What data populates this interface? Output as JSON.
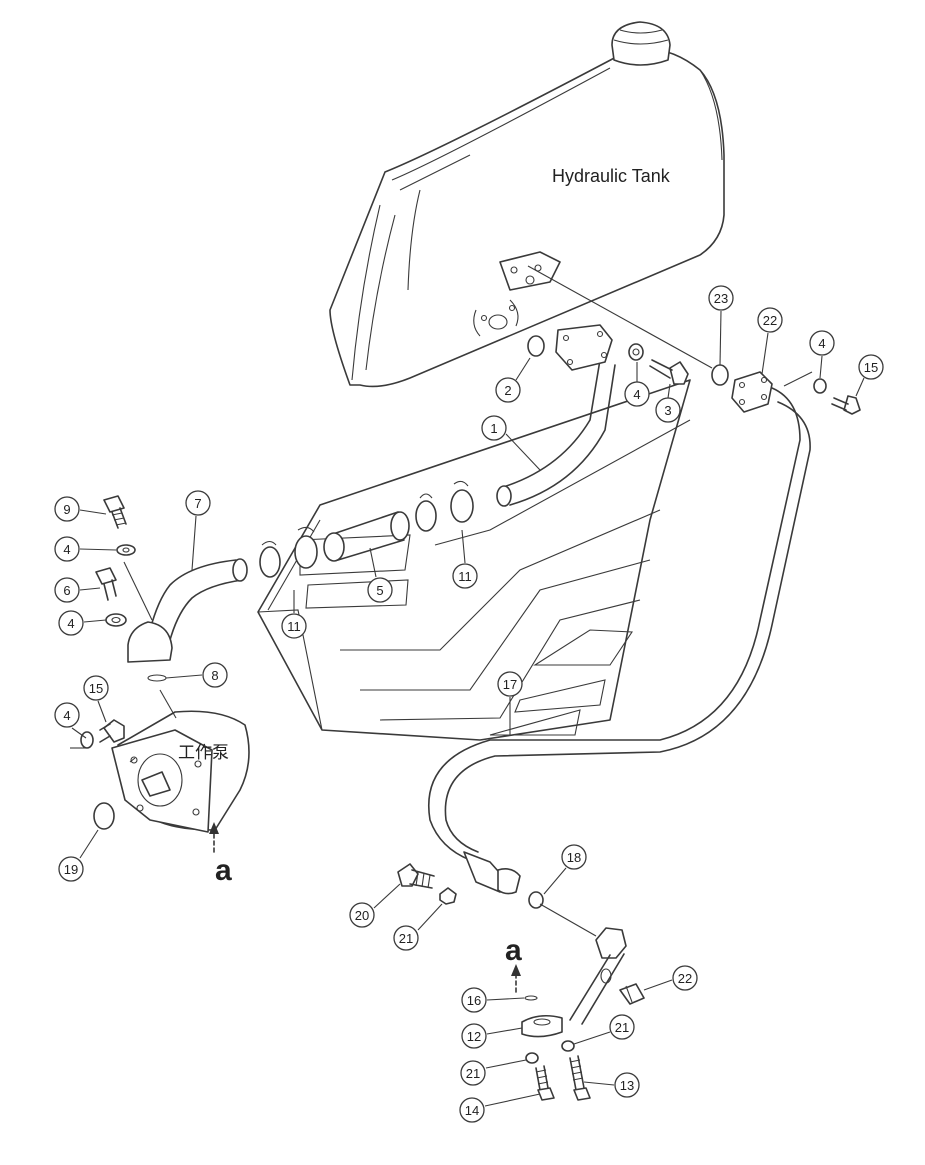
{
  "labels": {
    "tank": "Hydraulic Tank",
    "pump": "工作泵",
    "view_a_1": "a",
    "view_a_2": "a"
  },
  "callouts": [
    {
      "id": "c-1",
      "num": "1"
    },
    {
      "id": "c-2",
      "num": "2"
    },
    {
      "id": "c-3",
      "num": "3"
    },
    {
      "id": "c-4a",
      "num": "4"
    },
    {
      "id": "c-4b",
      "num": "4"
    },
    {
      "id": "c-4c",
      "num": "4"
    },
    {
      "id": "c-4d",
      "num": "4"
    },
    {
      "id": "c-4e",
      "num": "4"
    },
    {
      "id": "c-5",
      "num": "5"
    },
    {
      "id": "c-6",
      "num": "6"
    },
    {
      "id": "c-7",
      "num": "7"
    },
    {
      "id": "c-8",
      "num": "8"
    },
    {
      "id": "c-9",
      "num": "9"
    },
    {
      "id": "c-11a",
      "num": "11"
    },
    {
      "id": "c-11b",
      "num": "11"
    },
    {
      "id": "c-12",
      "num": "12"
    },
    {
      "id": "c-13",
      "num": "13"
    },
    {
      "id": "c-14",
      "num": "14"
    },
    {
      "id": "c-15a",
      "num": "15"
    },
    {
      "id": "c-15b",
      "num": "15"
    },
    {
      "id": "c-16",
      "num": "16"
    },
    {
      "id": "c-17",
      "num": "17"
    },
    {
      "id": "c-18",
      "num": "18"
    },
    {
      "id": "c-19",
      "num": "19"
    },
    {
      "id": "c-20",
      "num": "20"
    },
    {
      "id": "c-21a",
      "num": "21"
    },
    {
      "id": "c-21b",
      "num": "21"
    },
    {
      "id": "c-21c",
      "num": "21"
    },
    {
      "id": "c-22a",
      "num": "22"
    },
    {
      "id": "c-22b",
      "num": "22"
    },
    {
      "id": "c-23",
      "num": "23"
    }
  ]
}
